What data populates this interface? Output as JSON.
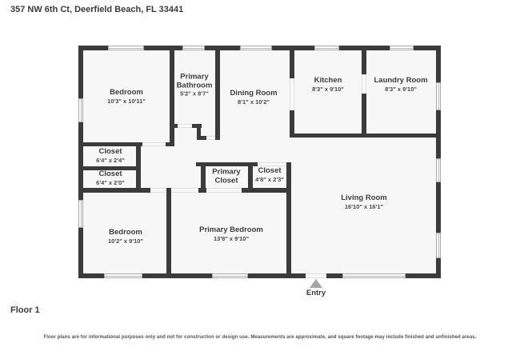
{
  "header": {
    "title": "357 NW 6th Ct, Deerfield Beach, FL 33441"
  },
  "floor": {
    "label": "Floor 1"
  },
  "entry": {
    "label": "Entry"
  },
  "disclaimer": "Floor plans are for informational purposes only and not for construction or design use. Measurements are approximate, and square footage may include finished and unfinished areas.",
  "colors": {
    "wall": "#3b3b3b",
    "floor_fill": "#f7f7f7",
    "entry_arrow": "#a6a6a6",
    "window_frame": "#a9a9a9"
  },
  "rooms": [
    {
      "name": "Bedroom",
      "dims": "10'3\" x 10'11\""
    },
    {
      "name": "Primary Bathroom",
      "dims": "5'2\" x 8'7\""
    },
    {
      "name": "Dining Room",
      "dims": "8'1\" x 10'2\""
    },
    {
      "name": "Kitchen",
      "dims": "8'3\" x 9'10\""
    },
    {
      "name": "Laundry Room",
      "dims": "8'3\" x 9'10\""
    },
    {
      "name": "Closet",
      "dims": "6'4\" x 2'4\""
    },
    {
      "name": "Closet",
      "dims": "6'4\" x 2'0\""
    },
    {
      "name": "Primary Closet",
      "dims": ""
    },
    {
      "name": "Closet",
      "dims": "4'8\" x 2'3\""
    },
    {
      "name": "Living Room",
      "dims": "16'10\" x 16'1\""
    },
    {
      "name": "Bedroom",
      "dims": "10'2\" x 9'10\""
    },
    {
      "name": "Primary Bedroom",
      "dims": "13'8\" x 9'10\""
    }
  ]
}
